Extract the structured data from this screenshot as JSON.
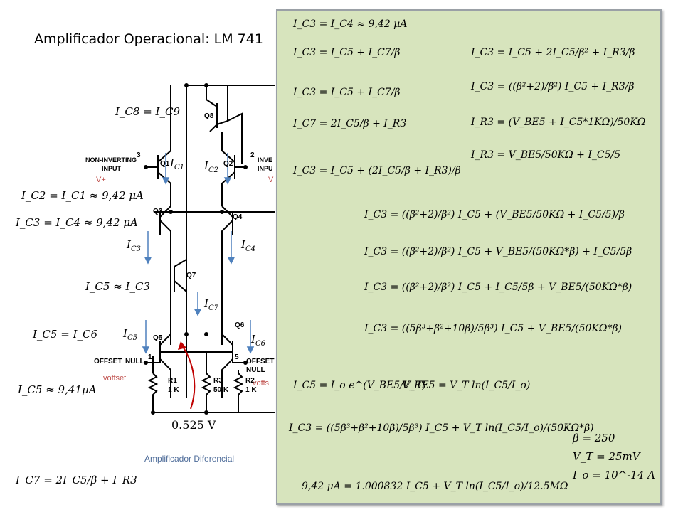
{
  "title": "Amplificador Operacional: LM 741",
  "circuit": {
    "transistors": [
      "Q1",
      "Q2",
      "Q3",
      "Q4",
      "Q5",
      "Q6",
      "Q7",
      "Q8"
    ],
    "pins": {
      "noninv_num": "3",
      "noninv_label": "NON-INVERTING",
      "noninv_label2": "INPUT",
      "inv_num": "2",
      "inv_label": "INVE",
      "inv_label2": "INPU",
      "pin1": "1",
      "pin5": "5",
      "offset_null": "OFFSET",
      "offset_null2": "NULL"
    },
    "resistors": {
      "r1": "R1",
      "r1v": "1 K",
      "r3": "R3",
      "r3v": "50 K",
      "r2": "R2",
      "r2v": "1 K"
    },
    "vplus": "V+",
    "vminus": "V",
    "voffset_left": "voffset",
    "voffset_right": "voffs",
    "vbe_drop": "0.525 V",
    "caption": "Amplificador Diferencial",
    "currents": {
      "ic1": "I",
      "ic1s": "C1",
      "ic2": "I",
      "ic2s": "C2",
      "ic3": "I",
      "ic3s": "C3",
      "ic4": "I",
      "ic4s": "C4",
      "ic5": "I",
      "ic5s": "C5",
      "ic6": "I",
      "ic6s": "C6",
      "ic7": "I",
      "ic7s": "C7"
    }
  },
  "left_equations": {
    "e1": "I_C8 = I_C9",
    "e2": "I_C2 = I_C1 ≈ 9,42 μA",
    "e3": "I_C3 = I_C4 ≈ 9,42 μA",
    "e4": "I_C5 ≈ I_C3",
    "e5": "I_C5 = I_C6",
    "e6": "I_C5 ≈ 9,41μA",
    "e7": "I_C7 = 2I_C5/β + I_R3"
  },
  "panel": {
    "p1": "I_C3 = I_C4 ≈ 9,42 μA",
    "p2": "I_C3 = I_C5 + I_C7/β",
    "p3": "I_C3 = I_C5 + I_C7/β",
    "p4": "I_C7 = 2I_C5/β + I_R3",
    "p5": "I_C3 = I_C5 + (2I_C5/β + I_R3)/β",
    "r1": "I_C3 = I_C5 + 2I_C5/β² + I_R3/β",
    "r2": "I_C3 = ((β²+2)/β²) I_C5 + I_R3/β",
    "r3": "I_R3 = (V_BE5 + I_C5*1KΩ)/50KΩ",
    "r4": "I_R3 = V_BE5/50KΩ + I_C5/5",
    "m1": "I_C3 = ((β²+2)/β²) I_C5 + (V_BE5/50KΩ + I_C5/5)/β",
    "m2": "I_C3 = ((β²+2)/β²) I_C5 + V_BE5/(50KΩ*β) + I_C5/5β",
    "m3": "I_C3 = ((β²+2)/β²) I_C5 + I_C5/5β + V_BE5/(50KΩ*β)",
    "m4": "I_C3 = ((5β³+β²+10β)/5β³) I_C5 + V_BE5/(50KΩ*β)",
    "b1": "I_C5 = I_o e^(V_BE5/V_T)",
    "b2": "V_BE5 = V_T ln(I_C5/I_o)",
    "b3": "I_C3 = ((5β³+β²+10β)/5β³) I_C5 + V_T ln(I_C5/I_o)/(50KΩ*β)",
    "b4": "9,42 μA = 1.000832 I_C5 + V_T ln(I_C5/I_o)/12.5MΩ",
    "params": [
      "β = 250",
      "V_T = 25mV",
      "I_o = 10^-14 A"
    ]
  },
  "colors": {
    "panel_bg": "#d7e4bd",
    "arrow_blue": "#4f81bd",
    "arrow_red": "#c00000",
    "label_red": "#c0504d"
  }
}
